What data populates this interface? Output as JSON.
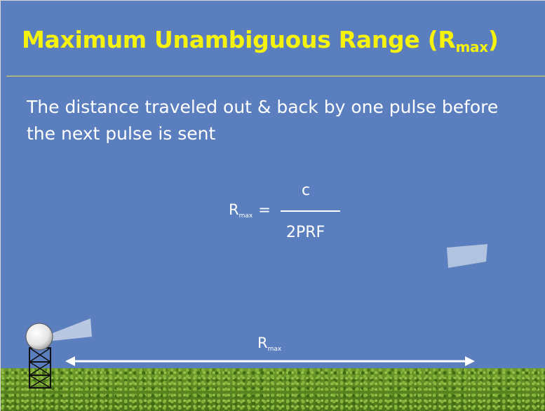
{
  "slide": {
    "title": "Maximum Unambiguous Range (R",
    "title_subscript": "max",
    "title_close": ")",
    "body": "The distance traveled out & back by one pulse before the next pulse is sent"
  },
  "formula": {
    "lhs": "R",
    "lhs_subscript": "max",
    "equals": "=",
    "numerator": "c",
    "denominator": "2PRF"
  },
  "diagram": {
    "range_label": "R",
    "range_label_subscript": "max"
  },
  "colors": {
    "background": "#5b7fbe",
    "title": "#f5f20e",
    "text": "#ffffff",
    "ground": "#5e8a22"
  }
}
